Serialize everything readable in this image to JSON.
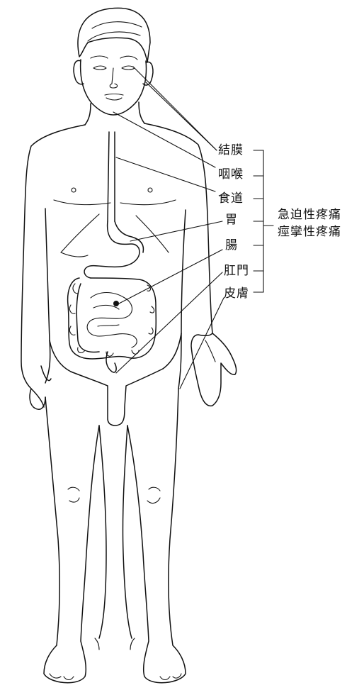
{
  "labels": {
    "conjunctiva": "結膜",
    "pharynx": "咽喉",
    "esophagus": "食道",
    "stomach": "胃",
    "intestine": "腸",
    "anus": "肛門",
    "skin": "皮膚"
  },
  "group_labels": {
    "line1": "急迫性疼痛",
    "line2": "痙攣性疼痛"
  }
}
